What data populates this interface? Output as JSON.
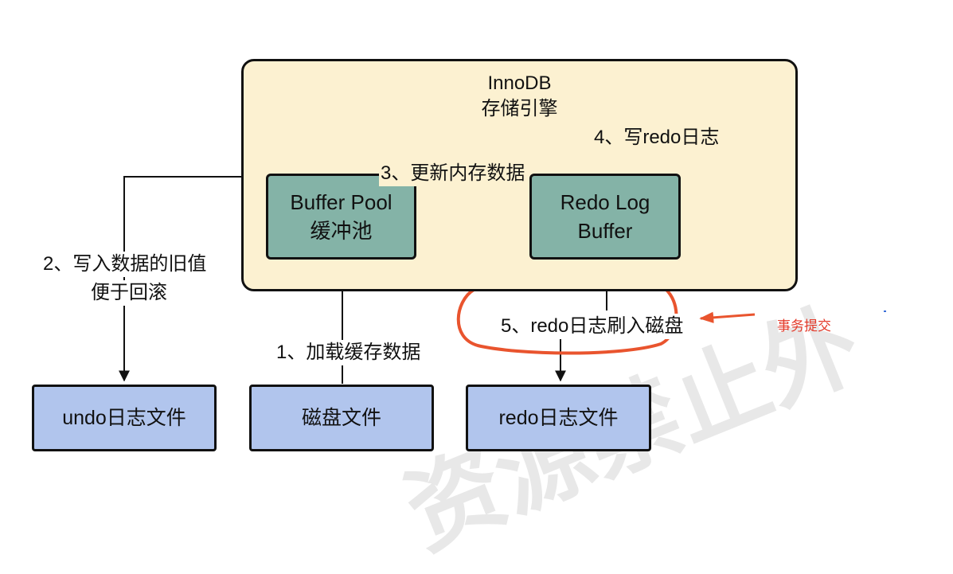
{
  "engine": {
    "title_line1": "InnoDB",
    "title_line2": "存储引擎"
  },
  "buffer_pool": {
    "line1": "Buffer Pool",
    "line2": "缓冲池"
  },
  "redo_log_buffer": {
    "line1": "Redo Log",
    "line2": "Buffer"
  },
  "files": {
    "undo": "undo日志文件",
    "disk": "磁盘文件",
    "redo": "redo日志文件"
  },
  "steps": {
    "step1": "1、加载缓存数据",
    "step2_line1": "2、写入数据的旧值",
    "step2_line2": "便于回滚",
    "step3": "3、更新内存数据",
    "step4": "4、写redo日志",
    "step5": "5、redo日志刷入磁盘"
  },
  "annotation": {
    "text": "事务提交",
    "color": "#e43a2a"
  },
  "watermark": {
    "text": "资源禁止外"
  },
  "colors": {
    "engine_fill": "#fcf1d1",
    "teal_fill": "#84b3a7",
    "blue_fill": "#b1c5ed",
    "highlight": "#e9542e"
  }
}
